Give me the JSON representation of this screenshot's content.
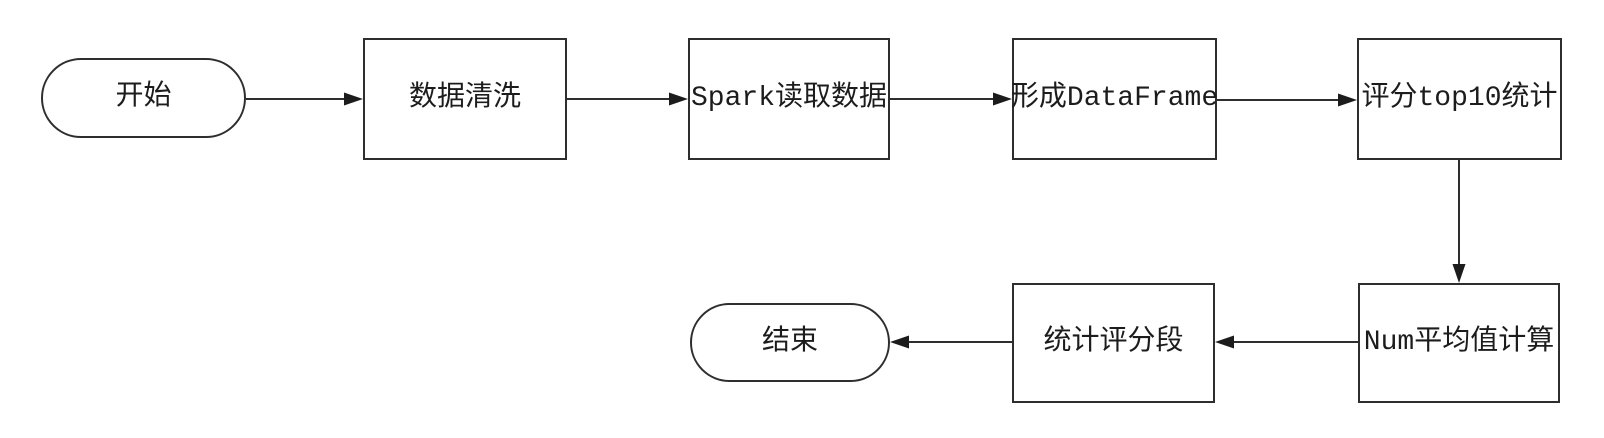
{
  "diagram": {
    "type": "flowchart",
    "background_color": "#ffffff",
    "line_color": "#2e2e2e",
    "text_color": "#1c1c1c",
    "node_fill_color": "#ffffff",
    "nodes": [
      {
        "id": "start",
        "type": "terminator",
        "label": "开始"
      },
      {
        "id": "clean",
        "type": "process",
        "label": "数据清洗"
      },
      {
        "id": "spark-read",
        "type": "process",
        "label": "Spark读取数据"
      },
      {
        "id": "dataframe",
        "type": "process",
        "label": "形成DataFrame"
      },
      {
        "id": "top10",
        "type": "process",
        "label": "评分top10统计"
      },
      {
        "id": "num-avg",
        "type": "process",
        "label": "Num平均值计算"
      },
      {
        "id": "score-band",
        "type": "process",
        "label": "统计评分段"
      },
      {
        "id": "end",
        "type": "terminator",
        "label": "结束"
      }
    ],
    "edges": [
      {
        "from": "start",
        "to": "clean",
        "direction": "right"
      },
      {
        "from": "clean",
        "to": "spark-read",
        "direction": "right"
      },
      {
        "from": "spark-read",
        "to": "dataframe",
        "direction": "right"
      },
      {
        "from": "dataframe",
        "to": "top10",
        "direction": "right"
      },
      {
        "from": "top10",
        "to": "num-avg",
        "direction": "down"
      },
      {
        "from": "num-avg",
        "to": "score-band",
        "direction": "left"
      },
      {
        "from": "score-band",
        "to": "end",
        "direction": "left"
      }
    ]
  }
}
